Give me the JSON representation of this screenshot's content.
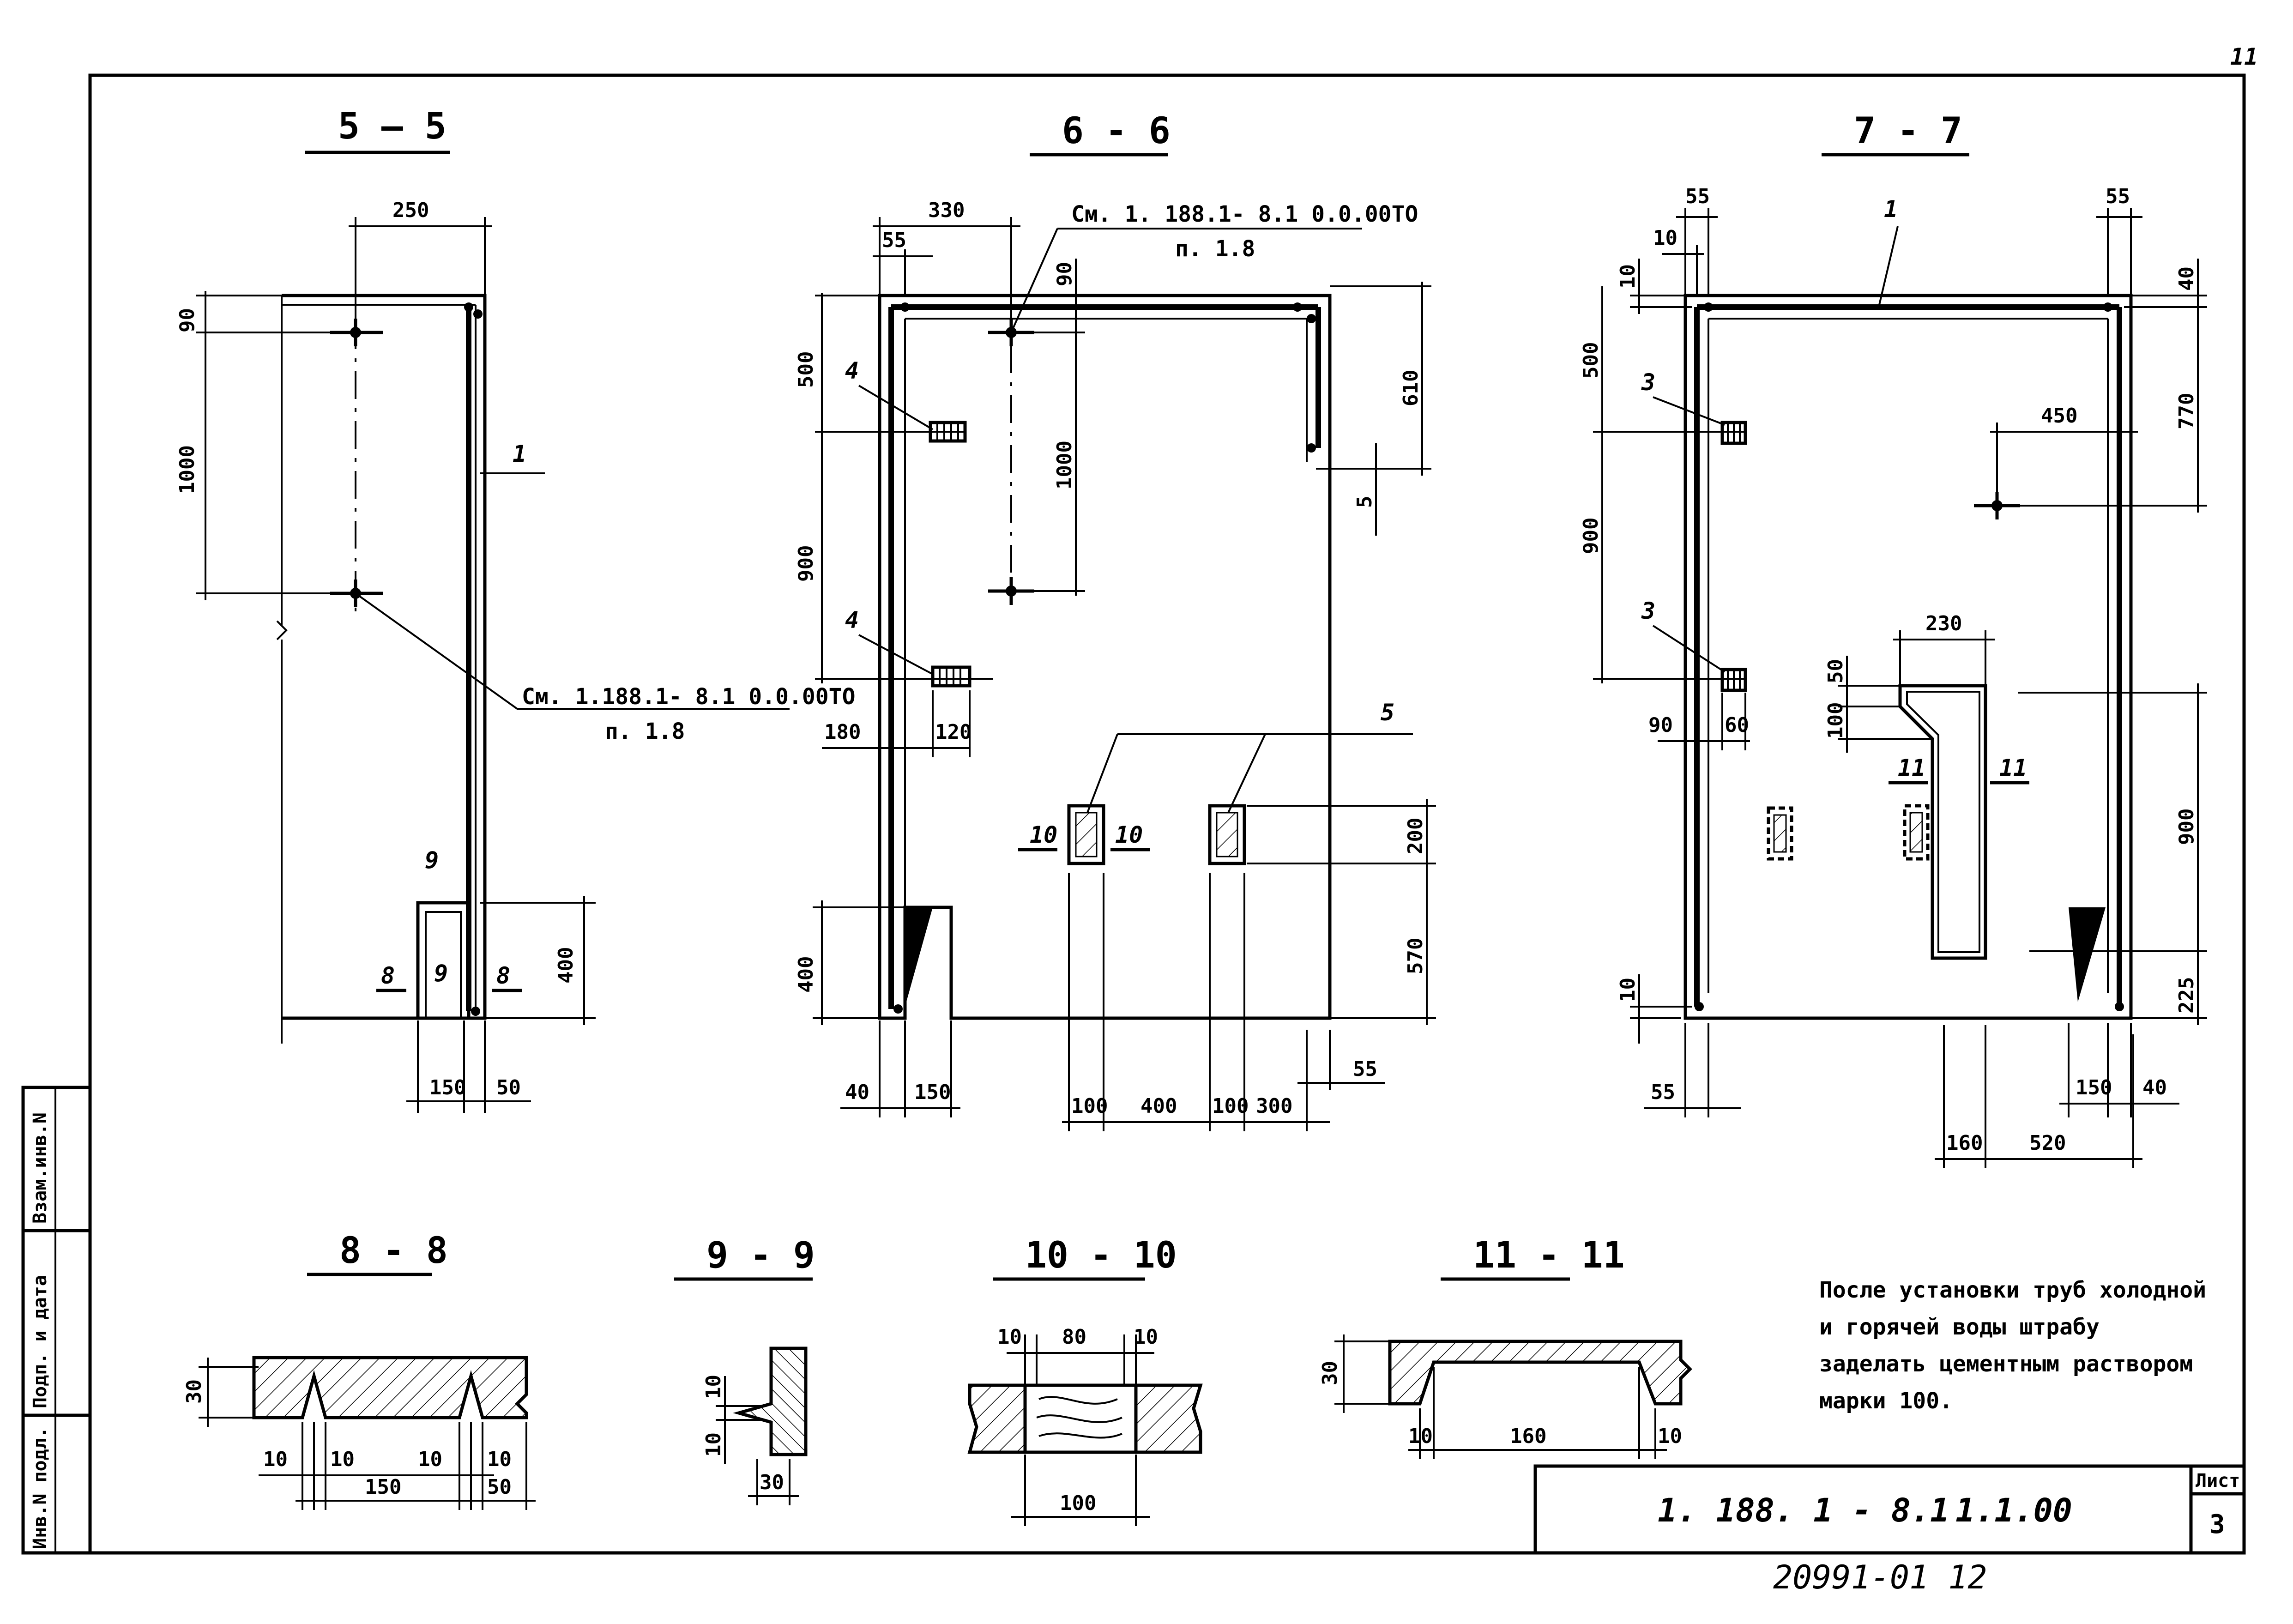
{
  "page_number": "11",
  "sections": {
    "s55": {
      "title": "5 – 5",
      "dims": [
        "250",
        "90",
        "1000",
        "400",
        "150",
        "50"
      ],
      "markers": [
        "1",
        "9",
        "9",
        "8",
        "8"
      ],
      "ref_line1": "См. 1.188.1- 8.1 0.0.00ТО",
      "ref_line2": "п. 1.8"
    },
    "s66": {
      "title": "6 - 6",
      "dims": [
        "330",
        "55",
        "90",
        "500",
        "900",
        "1000",
        "610",
        "5",
        "180",
        "120",
        "200",
        "570",
        "400",
        "40",
        "150",
        "100",
        "400",
        "100",
        "300",
        "55"
      ],
      "markers": [
        "4",
        "4",
        "5",
        "10",
        "10"
      ],
      "ref_line1": "См. 1. 188.1- 8.1 0.0.00ТО",
      "ref_line2": "п. 1.8"
    },
    "s77": {
      "title": "7 - 7",
      "dims": [
        "55",
        "10",
        "10",
        "55",
        "40",
        "500",
        "770",
        "450",
        "900",
        "230",
        "50",
        "100",
        "90",
        "60",
        "900",
        "10",
        "225",
        "55",
        "150",
        "40",
        "160",
        "520"
      ],
      "markers": [
        "1",
        "3",
        "3",
        "11",
        "11"
      ]
    },
    "s88": {
      "title": "8 - 8",
      "dims": [
        "30",
        "10",
        "10",
        "10",
        "10",
        "150",
        "50"
      ]
    },
    "s99": {
      "title": "9 - 9",
      "dims": [
        "10",
        "10",
        "30"
      ]
    },
    "s1010": {
      "title": "10 - 10",
      "dims": [
        "10",
        "80",
        "10",
        "100"
      ]
    },
    "s1111": {
      "title": "11 - 11",
      "dims": [
        "30",
        "10",
        "160",
        "10"
      ]
    }
  },
  "note": {
    "lines": [
      "После установки труб холодной",
      "и горячей воды штрабу",
      "заделать цементным раствором",
      "марки 100."
    ]
  },
  "margin_stamp": [
    "Инв.N подл.",
    "Подп. и дата",
    "Взам.инв.N"
  ],
  "title_block": {
    "code": "1. 188. 1 - 8.1",
    "number": "1.1.00",
    "sheet_label": "Лист",
    "sheet_number": "3"
  },
  "archive_number": "20991-01 12"
}
